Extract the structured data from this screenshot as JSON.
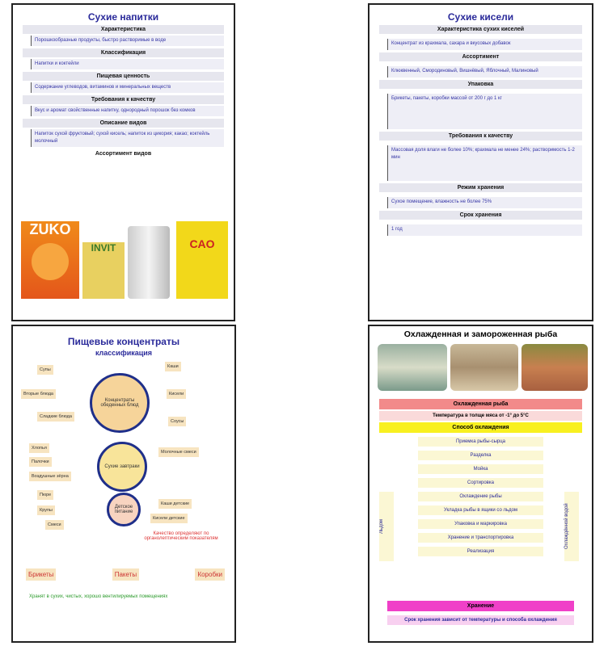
{
  "poster1": {
    "title": "Сухие напитки",
    "sections": [
      {
        "h": "Характеристика",
        "t": "Порошкообразные продукты, быстро растворимые в воде"
      },
      {
        "h": "Классификация",
        "t": "Напитки и коктейли"
      },
      {
        "h": "Пищевая ценность",
        "t": "Содержание углеводов, витаминов и минеральных веществ"
      },
      {
        "h": "Требования к качеству",
        "t": "Вкус и аромат свойственные напитку, однородный порошок без комков"
      },
      {
        "h": "Описание видов",
        "t": "Напиток сухой фруктовый; сухой кисель; напиток из цикория; какао; коктейль молочный"
      }
    ],
    "products_label": "Ассортимент видов",
    "products": [
      "ZUKO",
      "INVIT",
      "",
      "CAO"
    ]
  },
  "poster2": {
    "title": "Сухие кисели",
    "sections": [
      {
        "h": "Характеристика сухих киселей",
        "t": "Концентрат из крахмала, сахара и вкусовых добавок"
      },
      {
        "h": "Ассортимент",
        "t": "Клюквенный, Смородиновый, Вишнёвый, Яблочный, Малиновый"
      },
      {
        "h": "Упаковка",
        "t": "Брикеты, пакеты, коробки массой от 200 г до 1 кг"
      },
      {
        "h": "Требования к качеству",
        "t": "Массовая доля влаги не более 10%; крахмала не менее 24%; растворимость 1-2 мин"
      },
      {
        "h": "Режим хранения",
        "t": "Сухое помещение, влажность не более 75%"
      },
      {
        "h": "Срок хранения",
        "t": "1 год"
      }
    ]
  },
  "poster3": {
    "title": "Пищевые концентраты",
    "subtitle": "классификация",
    "circles": [
      "Концентраты обеденных блюд",
      "Сухие завтраки",
      "Детское питание"
    ],
    "labels": [
      "Супы",
      "Вторые блюда",
      "Сладкие блюда",
      "Каши",
      "Кисели",
      "Соусы",
      "Хлопья",
      "Палочки",
      "Воздушные зёрна",
      "Молочные смеси",
      "Пюре",
      "Крупы",
      "Смеси",
      "Каши детские",
      "Кисели детские"
    ],
    "note": "Качество определяют по органолептическим показателям",
    "bottom": [
      "Брикеты",
      "Пакеты",
      "Коробки"
    ],
    "footer": "Хранят в сухих, чистых, хорошо вентилируемых помещениях"
  },
  "poster4": {
    "title": "Охлажденная и замороженная рыба",
    "bar1": "Охлажденная рыба",
    "bar2": "Температура в толще мяса от -1° до 5°С",
    "bar3": "Способ охлаждения",
    "steps": [
      "Приемка рыбы-сырца",
      "Разделка",
      "Мойка",
      "Сортировка",
      "Охлаждение рыбы",
      "Укладка рыбы в ящики со льдом",
      "Упаковка и маркировка",
      "Хранение и транспортировка",
      "Реализация"
    ],
    "side_left": "Льдом",
    "side_right": "Охлаждённой водой",
    "bar4": "Хранение",
    "bar5": "Срок хранения зависит от температуры и способа охлаждения"
  }
}
